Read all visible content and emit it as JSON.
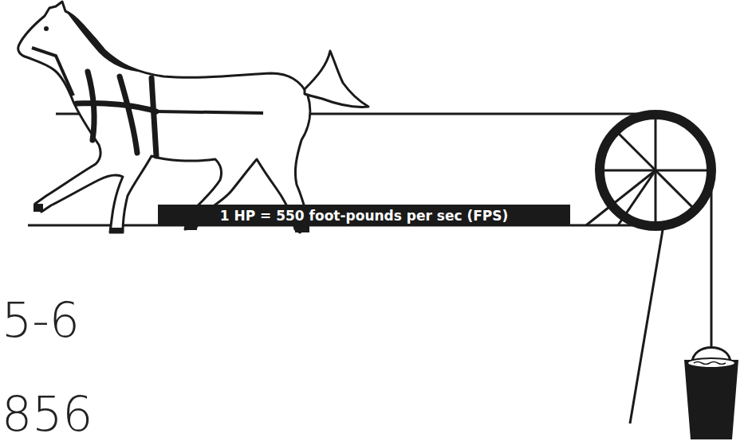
{
  "diagram": {
    "nodes": [
      {
        "text": [
          "1 HP = 550 foot-pounds per sec (FPS)"
        ]
      }
    ],
    "labels": [
      "5-6",
      "856"
    ]
  }
}
